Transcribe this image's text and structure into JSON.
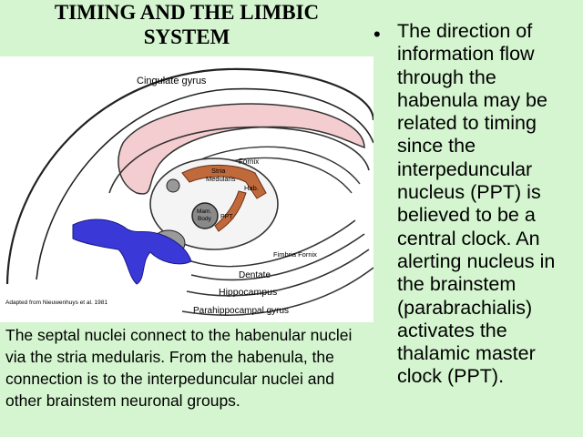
{
  "slide": {
    "title_line1": "TIMING AND THE LIMBIC",
    "title_line2": "SYSTEM",
    "bullet_text": "The direction of information flow through the habenula may be related to timing since the interpeduncular nucleus (PPT) is believed to be a central clock.  An alerting nucleus in the brainstem (parabrachialis) activates the thalamic master clock (PPT).",
    "caption": "The septal nuclei connect to the habenular nuclei via the stria medularis.  From the habenula, the  connection is to the interpeduncular nuclei and other brainstem neuronal groups."
  },
  "figure": {
    "labels": {
      "cingulate": "Cingulate gyrus",
      "fornix": "Fornix",
      "stria1": "Stria",
      "stria2": "Medularis",
      "hab": "Hab.",
      "mam1": "Mam.",
      "mam2": "Body",
      "ppt": "PPT",
      "fimbria": "Fimbria Fornix",
      "dentate": "Dentate",
      "hippocampus": "Hippocampus",
      "parahippocampal": "Parahippocampal gyrus",
      "credit": "Adapted from Nieuwenhuys et al. 1981"
    },
    "colors": {
      "cingulate_fill": "#f4cdd0",
      "tract_fill": "#c06a3c",
      "septal_fill": "#3a39d8"
    }
  }
}
